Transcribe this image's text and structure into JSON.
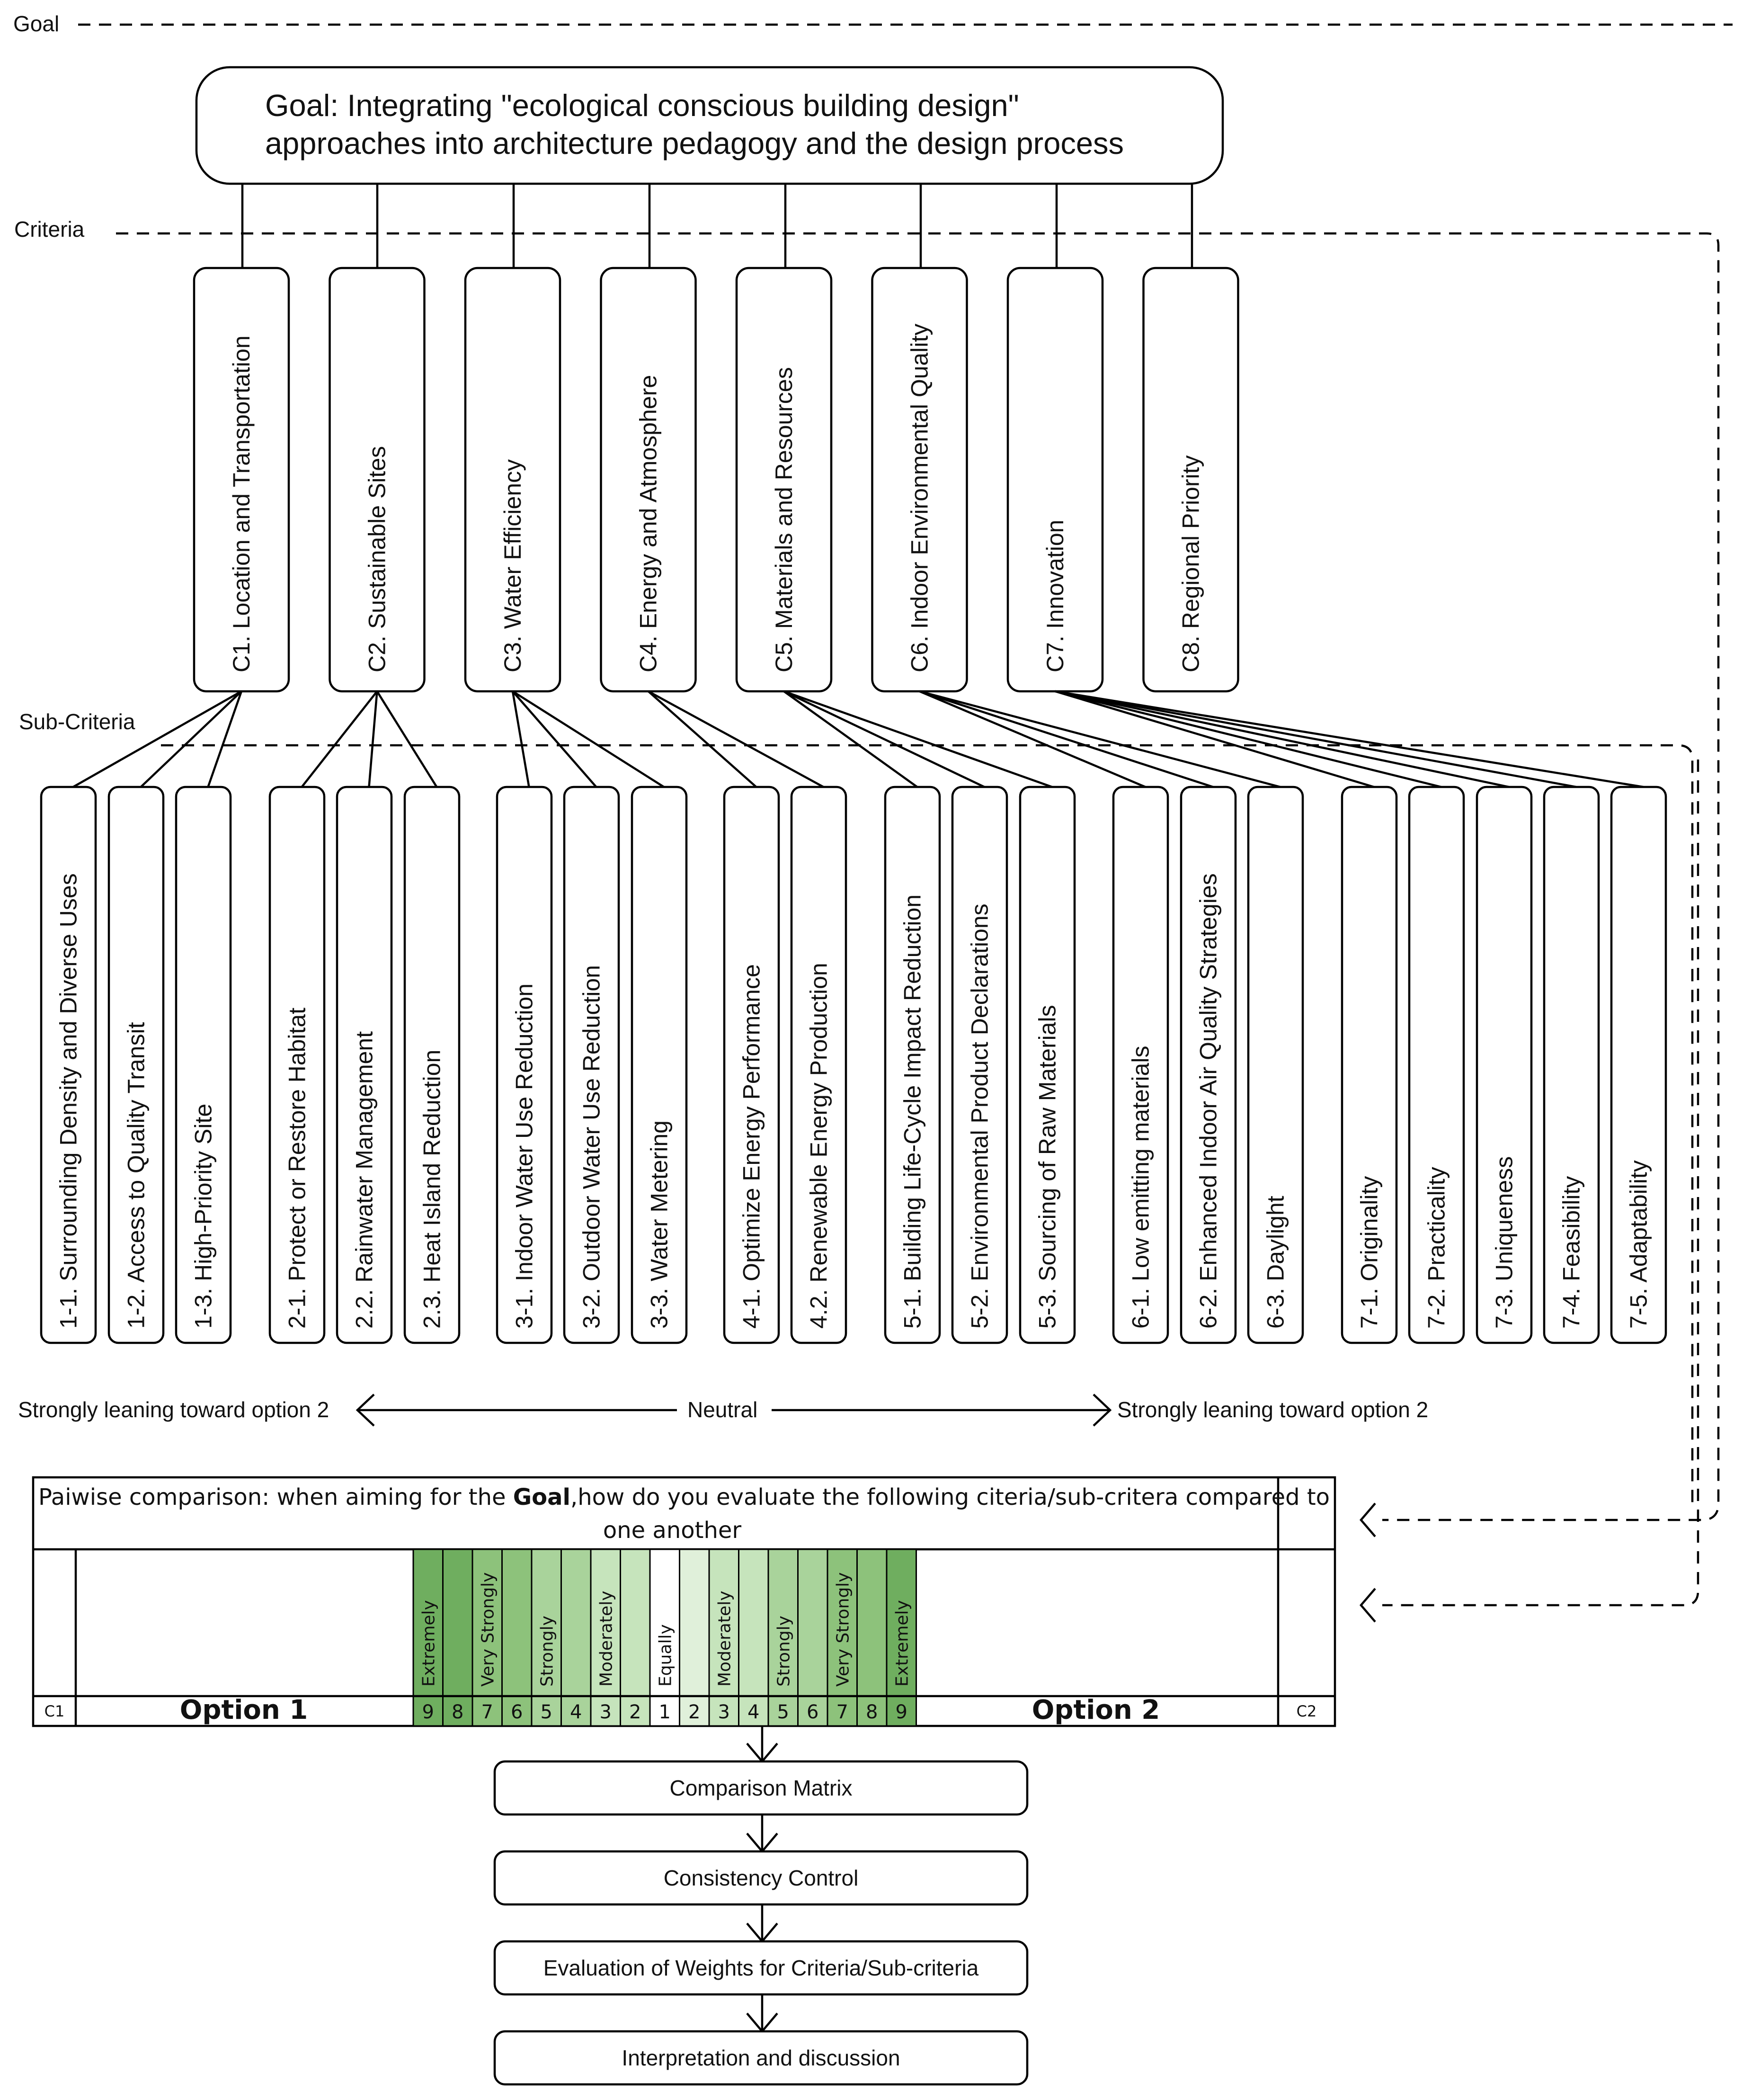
{
  "levels": {
    "goal": "Goal",
    "criteria": "Criteria",
    "subcriteria": "Sub-Criteria"
  },
  "goal": {
    "line1": "Goal: Integrating \"ecological conscious building design\"",
    "line2": "approaches into architecture pedagogy and the design process"
  },
  "criteria": [
    "C1. Location and Transportation",
    "C2. Sustainable Sites",
    "C3. Water Efficiency",
    "C4. Energy and Atmosphere",
    "C5. Materials and Resources",
    "C6. Indoor Environmental Quality",
    "C7. Innovation",
    "C8. Regional Priority"
  ],
  "subcriteria": [
    "1-1. Surrounding Density and Diverse Uses",
    "1-2. Access to Quality Transit",
    "1-3. High-Priority Site",
    "2-1. Protect or Restore Habitat",
    "2.2. Rainwater Management",
    "2.3. Heat Island Reduction",
    "3-1. Indoor Water Use Reduction",
    "3-2. Outdoor Water Use Reduction",
    "3-3. Water Metering",
    "4-1. Optimize Energy Performance",
    "4.2. Renewable Energy Production",
    "5-1. Building Life-Cycle Impact Reduction",
    "5-2. Environmental Product Declarations",
    "5-3. Sourcing of Raw Materials",
    "6-1. Low emitting materials",
    "6-2. Enhanced Indoor Air Quality Strategies",
    "6-3. Daylight",
    "7-1. Originality",
    "7-2. Practicality",
    "7-3. Uniqueness",
    "7-4. Feasibility",
    "7-5. Adaptability"
  ],
  "scale_axis": {
    "left": "Strongly leaning toward option 2",
    "center": "Neutral",
    "right": "Strongly leaning toward option 2"
  },
  "pairwise": {
    "question_pre": "Paiwise comparison: when aiming for the ",
    "question_bold": "Goal",
    "question_post": ",how  do you evaluate the following citeria/sub-critera compared to",
    "question_line2": "one another",
    "left_code": "C1",
    "right_code": "C2",
    "option1": "Option 1",
    "option2": "Option 2",
    "scale_numbers": [
      "9",
      "8",
      "7",
      "6",
      "5",
      "4",
      "3",
      "2",
      "1",
      "2",
      "3",
      "4",
      "5",
      "6",
      "7",
      "8",
      "9"
    ],
    "scale_labels": [
      "Extremely",
      "",
      "Very Strongly",
      "",
      "Strongly",
      "",
      "Moderately",
      "",
      "Equally",
      "",
      "Moderately",
      "",
      "Strongly",
      "",
      "Very Strongly",
      "",
      "Extremely"
    ],
    "scale_colors": [
      "#6FAE5F",
      "#6FAE5F",
      "#8DC27B",
      "#8DC27B",
      "#A9D39B",
      "#A9D39B",
      "#C6E4BC",
      "#C6E4BC",
      "#FFFFFF",
      "#E0F0DA",
      "#C6E4BC",
      "#C6E4BC",
      "#A9D39B",
      "#A9D39B",
      "#8DC27B",
      "#8DC27B",
      "#6FAE5F"
    ]
  },
  "flow": [
    "Comparison Matrix",
    "Consistency Control",
    "Evaluation of Weights for Criteria/Sub-criteria",
    "Interpretation and discussion"
  ]
}
